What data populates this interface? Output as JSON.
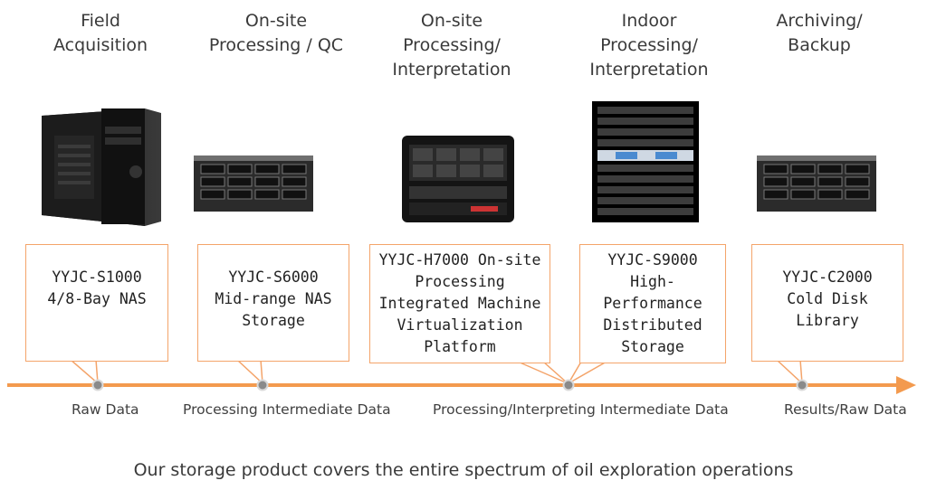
{
  "stages": [
    {
      "lines": [
        "Field",
        "Acquisition"
      ]
    },
    {
      "lines": [
        "On-site",
        "Processing / QC"
      ]
    },
    {
      "lines": [
        "On-site",
        "Processing/",
        "Interpretation"
      ]
    },
    {
      "lines": [
        "Indoor",
        "Processing/",
        "Interpretation"
      ]
    },
    {
      "lines": [
        "Archiving/",
        "Backup"
      ]
    }
  ],
  "products": [
    {
      "lines": [
        "YYJC-S1000",
        "4/8-Bay NAS"
      ]
    },
    {
      "lines": [
        "YYJC-S6000",
        "Mid-range NAS",
        "Storage"
      ]
    },
    {
      "lines": [
        "YYJC-H7000 On-site",
        "Processing",
        "Integrated Machine",
        "Virtualization",
        "Platform"
      ]
    },
    {
      "lines": [
        "YYJC-S9000",
        "High-",
        "Performance",
        "Distributed",
        "Storage"
      ]
    },
    {
      "lines": [
        "YYJC-C2000",
        "Cold Disk",
        "Library"
      ]
    }
  ],
  "data_labels": [
    "Raw Data",
    "Processing Intermediate Data",
    "Processing/Interpreting Intermediate Data",
    "Results/Raw Data"
  ],
  "caption": "Our storage product covers the entire spectrum of oil exploration operations",
  "colors": {
    "timeline": "#f39a4e",
    "callout_border": "#f4a46a",
    "node": "#8a8a8a"
  }
}
